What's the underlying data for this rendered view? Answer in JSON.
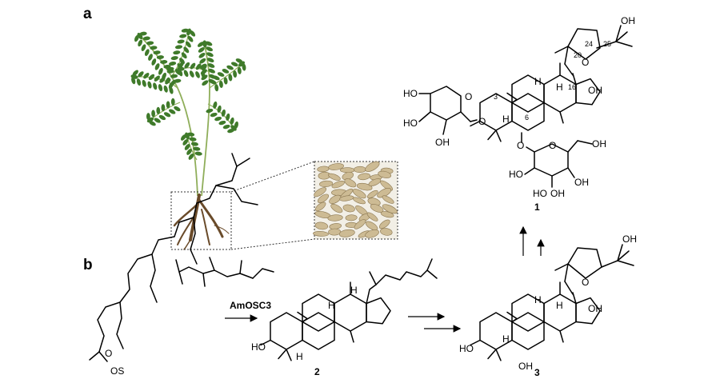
{
  "panels": {
    "a": "a",
    "b": "b"
  },
  "compounds": {
    "c1": {
      "number": "1"
    },
    "c2": {
      "number": "2"
    },
    "c3": {
      "number": "3"
    },
    "os": {
      "label": "OS"
    }
  },
  "enzyme": {
    "label": "AmOSC3"
  },
  "atoms": {
    "oh": "OH",
    "ho": "HO",
    "o": "O",
    "h": "H"
  },
  "carbon_numbers": {
    "c3": "3",
    "c6": "6",
    "c16": "16",
    "c20": "20",
    "c24": "24",
    "c25": "25"
  },
  "colors": {
    "leaf": "#3f7a2a",
    "stem": "#8fae5a",
    "root": "#6a4b2a",
    "slice": "#cdbb94",
    "zoom_box": "#333333"
  }
}
